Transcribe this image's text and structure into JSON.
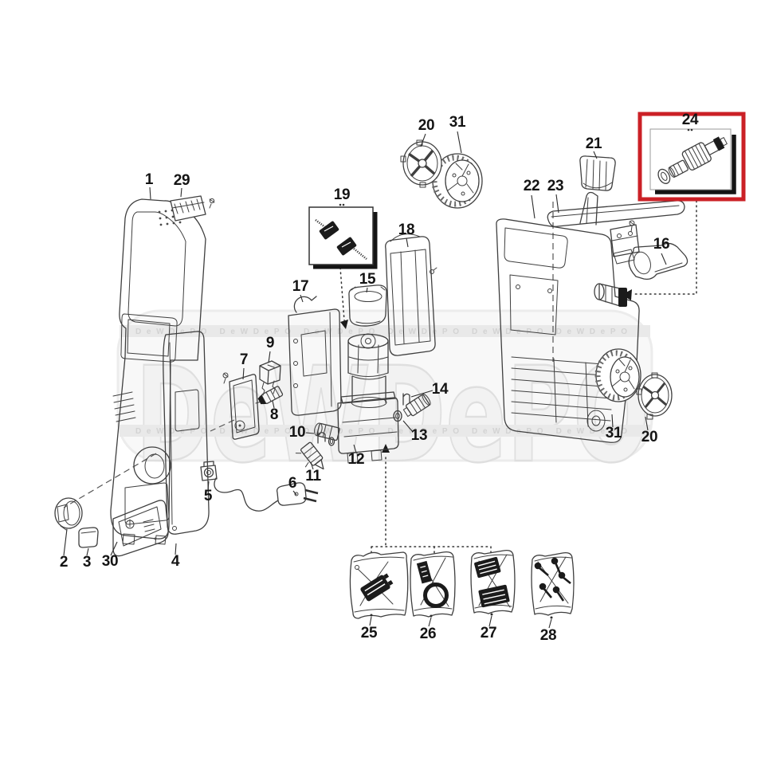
{
  "diagram": {
    "watermark_text": "DeWDePO",
    "watermark_band_text": "DeWDePO   DeWDePO   DeWDePO   DeWDePO   DeWDePO   DeWDePO",
    "highlight_color": "#cb2026"
  },
  "labels": [
    "1",
    "29",
    "19",
    "20",
    "31",
    "21",
    "22",
    "23",
    "24",
    "16",
    "18",
    "15",
    "17",
    "9",
    "7",
    "8",
    "14",
    "13",
    "10",
    "12",
    "11",
    "5",
    "6",
    "2",
    "3",
    "30",
    "4",
    "25",
    "26",
    "27",
    "28",
    "31",
    "20"
  ]
}
